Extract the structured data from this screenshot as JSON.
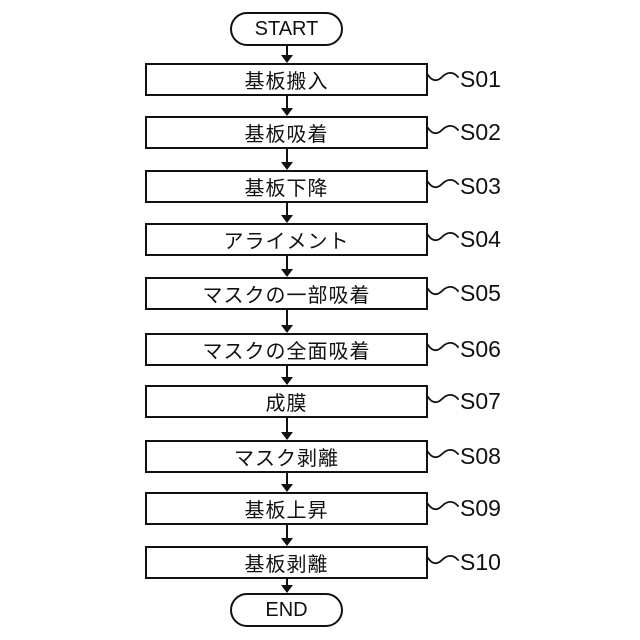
{
  "flowchart": {
    "title_semantic": "substrate-mask film formation process flow",
    "start_label": "START",
    "end_label": "END",
    "steps": [
      {
        "label": "基板搬入",
        "code": "S01"
      },
      {
        "label": "基板吸着",
        "code": "S02"
      },
      {
        "label": "基板下降",
        "code": "S03"
      },
      {
        "label": "アライメント",
        "code": "S04"
      },
      {
        "label": "マスクの一部吸着",
        "code": "S05"
      },
      {
        "label": "マスクの全面吸着",
        "code": "S06"
      },
      {
        "label": "成膜",
        "code": "S07"
      },
      {
        "label": "マスク剥離",
        "code": "S08"
      },
      {
        "label": "基板上昇",
        "code": "S09"
      },
      {
        "label": "基板剥離",
        "code": "S10"
      }
    ],
    "colors": {
      "line": "#111111",
      "background": "#ffffff",
      "box_fill": "#ffffff"
    }
  }
}
